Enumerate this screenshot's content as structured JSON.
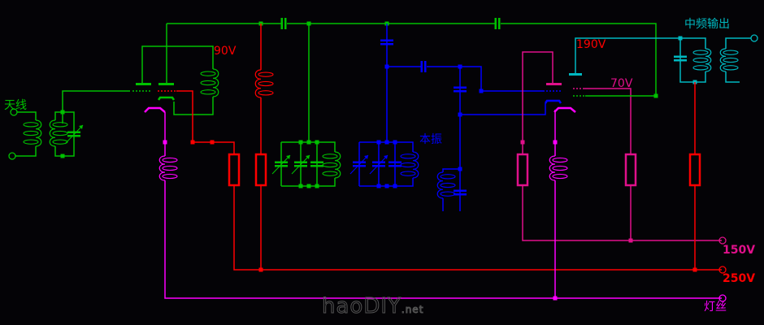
{
  "labels": {
    "antenna": "天线",
    "v90": "90V",
    "local_osc": "本振",
    "v190": "190V",
    "v70": "70V",
    "if_output": "中频输出",
    "v150": "150V",
    "v250": "250V",
    "filament": "灯丝"
  },
  "watermark": {
    "main": "haoDIY",
    "suffix": ".net"
  },
  "colors": {
    "background": "#040306",
    "input_circuit": "#00c000",
    "b_plus": "#ff0000",
    "filament": "#ff00ff",
    "v150": "#e0108a",
    "oscillator": "#0000ff",
    "if_output": "#00b8c0"
  }
}
